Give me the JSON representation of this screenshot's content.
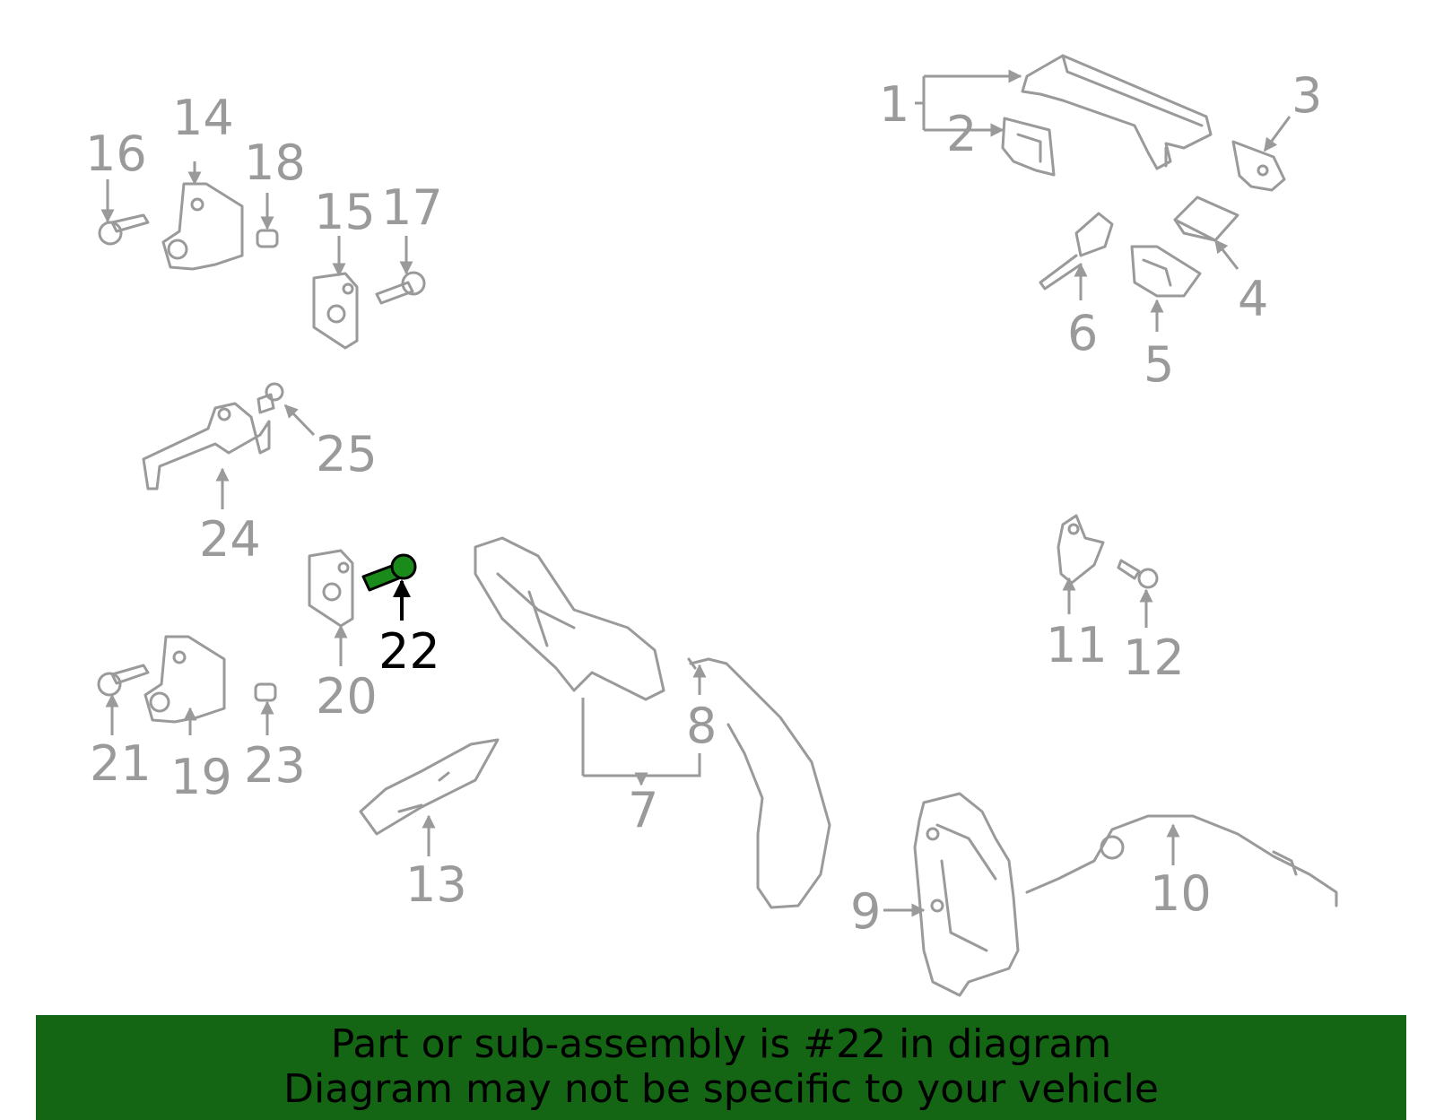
{
  "diagram": {
    "labels": [
      "1",
      "2",
      "3",
      "4",
      "5",
      "6",
      "7",
      "8",
      "9",
      "10",
      "11",
      "12",
      "13",
      "14",
      "15",
      "16",
      "17",
      "18",
      "19",
      "20",
      "21",
      "22",
      "23",
      "24",
      "25"
    ],
    "highlighted_label": "22",
    "colors": {
      "part_gray": "#9a9a9a",
      "highlight_green": "#1a8a1a",
      "banner_green": "#146614"
    }
  },
  "banner": {
    "line1": "Part or sub-assembly is #22 in diagram",
    "line2": "Diagram may not be specific to your vehicle"
  }
}
